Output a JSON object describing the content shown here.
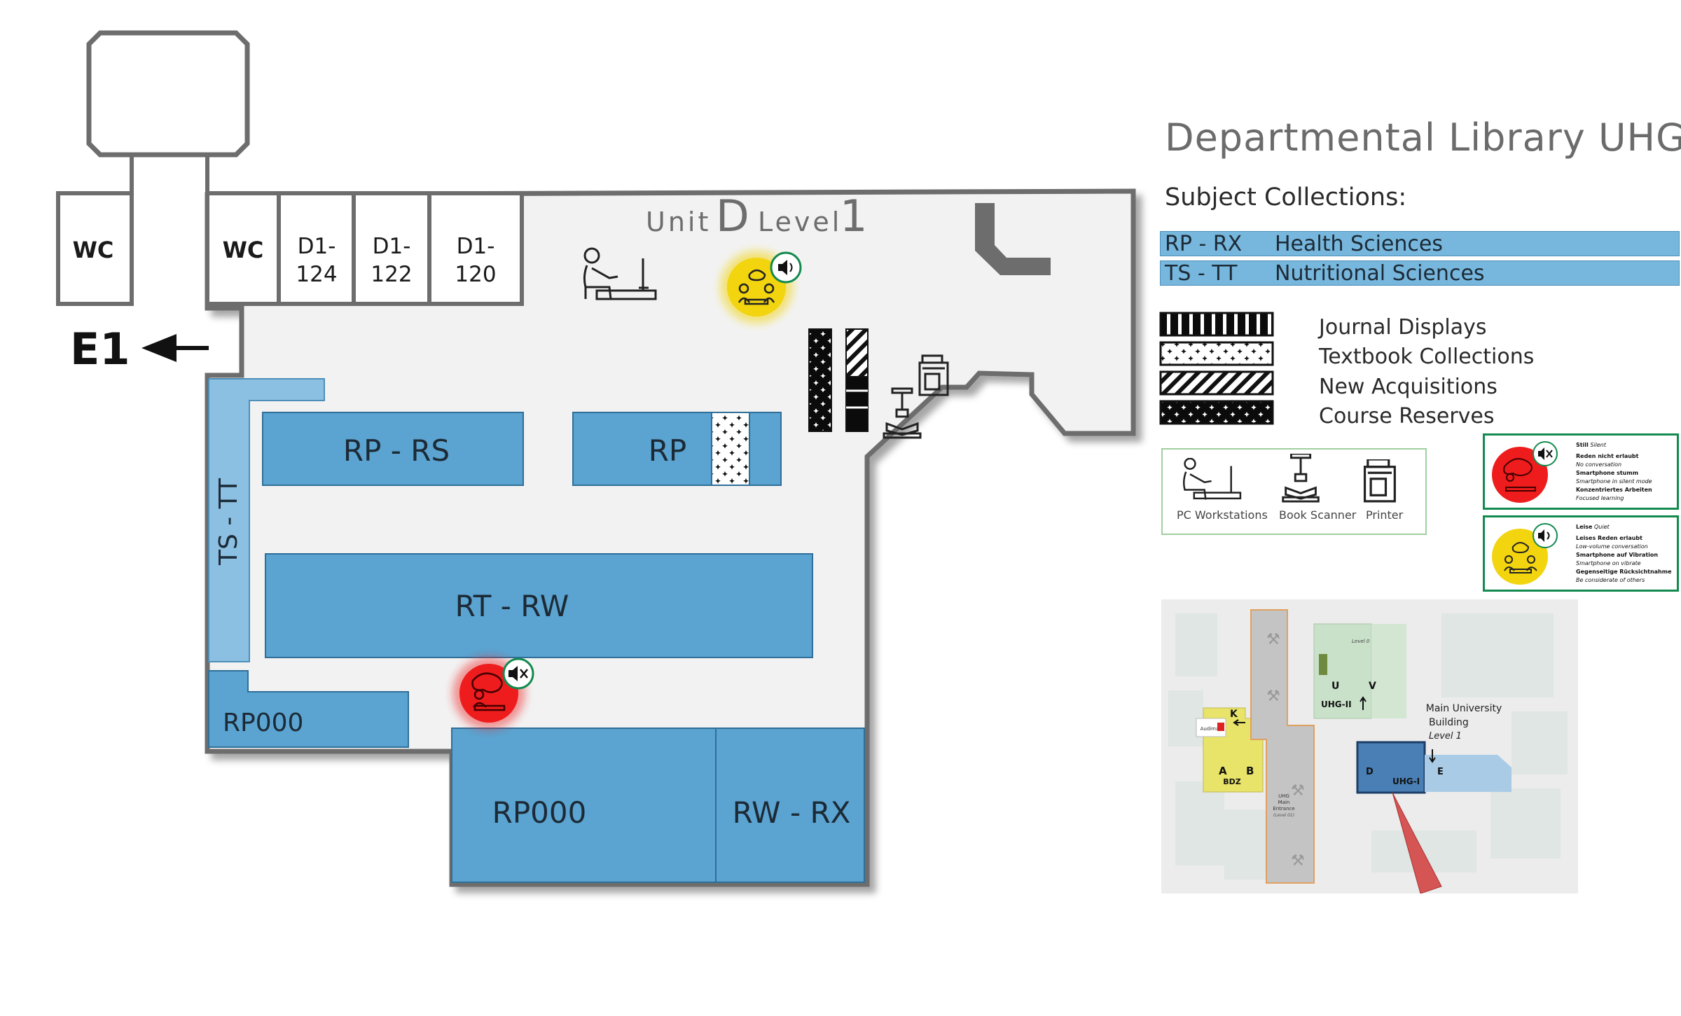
{
  "header": {
    "title": "Departmental Library UHG-I",
    "subtitle": "Subject Collections:"
  },
  "collections": [
    {
      "code": "RP - RX",
      "name": "Health Sciences"
    },
    {
      "code": "TS - TT",
      "name": "Nutritional Sciences"
    }
  ],
  "pattern_legend": [
    {
      "pattern": "journal",
      "label": "Journal Displays"
    },
    {
      "pattern": "textbook",
      "label": "Textbook Collections"
    },
    {
      "pattern": "new",
      "label": "New Acquisitions"
    },
    {
      "pattern": "reserves",
      "label": "Course Reserves"
    }
  ],
  "equipment_legend": {
    "pc": "PC Workstations",
    "scanner": "Book Scanner",
    "printer": "Printer"
  },
  "zones": {
    "silent": {
      "title": "Still",
      "title_en": "Silent",
      "lines": [
        {
          "de": "Reden nicht erlaubt",
          "en": "No conversation"
        },
        {
          "de": "Smartphone stumm",
          "en": "Smartphone in silent mode"
        },
        {
          "de": "Konzentriertes Arbeiten",
          "en": "Focused learning"
        }
      ]
    },
    "quiet": {
      "title": "Leise",
      "title_en": "Quiet",
      "lines": [
        {
          "de": "Leises Reden erlaubt",
          "en": "Low-volume conversation"
        },
        {
          "de": "Smartphone auf Vibration",
          "en": "Smartphone on vibrate"
        },
        {
          "de": "Gegenseitige Rücksichtnahme",
          "en": "Be considerate of others"
        }
      ]
    }
  },
  "floorplan": {
    "unit_word": "Unit",
    "unit": "D",
    "level_word": "Level",
    "level": "1",
    "exit_label": "E1",
    "rooms": [
      {
        "label": "WC"
      },
      {
        "label": "WC"
      },
      {
        "line1": "D1-",
        "line2": "124"
      },
      {
        "line1": "D1-",
        "line2": "122"
      },
      {
        "line1": "D1-",
        "line2": "120"
      }
    ],
    "shelves": {
      "ts_tt": "TS - TT",
      "rp_rs": "RP - RS",
      "rp": "RP",
      "rt_rw": "RT - RW",
      "rp000_small": "RP000",
      "rp000_large": "RP000",
      "rw_rx": "RW - RX"
    }
  },
  "overview": {
    "audimax": "Audimax",
    "k": "K",
    "a": "A",
    "b": "B",
    "bdz": "BDZ",
    "u": "U",
    "v": "V",
    "uhg2": "UHG-II",
    "level0": "Level 0",
    "d": "D",
    "uhg1": "UHG-I",
    "e": "E",
    "main_building_1": "Main University",
    "main_building_2": "Building",
    "main_building_level": "Level 1",
    "entrance_1": "UHG",
    "entrance_2": "Main",
    "entrance_3": "Entrance",
    "entrance_4": "(Level 01)"
  },
  "colors": {
    "shelf": "#5ba3d0",
    "shelf_light": "#8cc0e3",
    "wall": "#6d6d6d",
    "floor": "#f2f2f2",
    "silent_zone": "#ee1c1c",
    "quiet_zone": "#f2d40f",
    "legend_border": "#138a4f"
  }
}
